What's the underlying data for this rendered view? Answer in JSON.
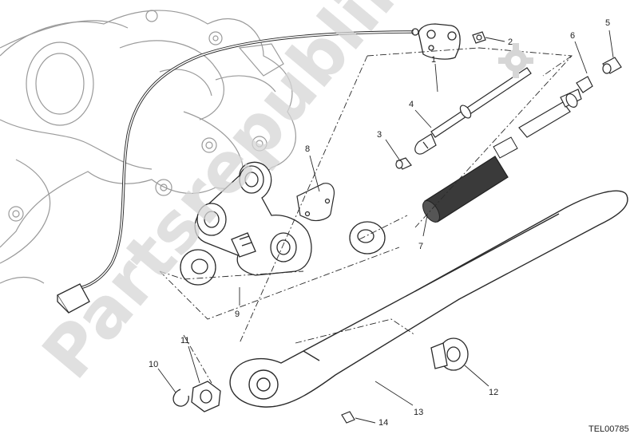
{
  "watermark": "Partsrepublik",
  "drawing_code": "TEL00785",
  "callouts": {
    "c1": "1",
    "c2": "2",
    "c3": "3",
    "c4": "4",
    "c5": "5",
    "c6": "6",
    "c7": "7",
    "c8": "8",
    "c9": "9",
    "c10": "10",
    "c11": "11",
    "c12": "12",
    "c13": "13",
    "c14": "14"
  },
  "colors": {
    "line": "#2a2a2a",
    "engine": "#9a9a9a",
    "watermark": "#d6d6d6",
    "spring": "#3a3a3a"
  },
  "icons": {
    "watermark_logo": "gear-icon"
  }
}
